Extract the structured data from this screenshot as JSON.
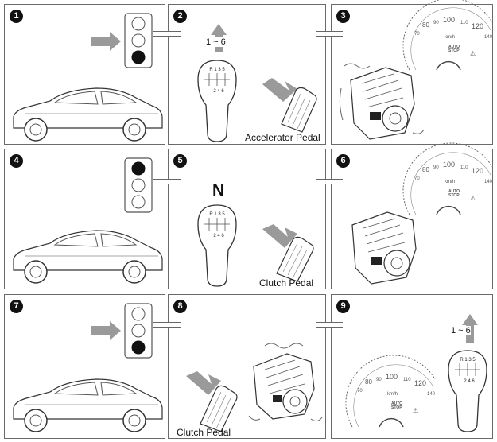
{
  "steps": [
    {
      "number": "1",
      "shows": [
        "traffic-light-red",
        "car"
      ]
    },
    {
      "number": "2",
      "shows": [
        "gear-shift",
        "accelerator-pedal"
      ],
      "shift_range": "1 ~ 6",
      "caption": "Accelerator Pedal"
    },
    {
      "number": "3",
      "shows": [
        "speedometer",
        "engine-running"
      ]
    },
    {
      "number": "4",
      "shows": [
        "traffic-light-red-top",
        "car"
      ]
    },
    {
      "number": "5",
      "shows": [
        "gear-shift",
        "clutch-pedal"
      ],
      "gear_label": "N",
      "caption": "Clutch Pedal"
    },
    {
      "number": "6",
      "shows": [
        "speedometer",
        "engine"
      ]
    },
    {
      "number": "7",
      "shows": [
        "traffic-light-red",
        "car"
      ]
    },
    {
      "number": "8",
      "shows": [
        "clutch-pedal",
        "engine-running"
      ],
      "caption": "Clutch Pedal"
    },
    {
      "number": "9",
      "shows": [
        "speedometer",
        "gear-shift"
      ],
      "shift_range": "1 ~ 6"
    }
  ],
  "gearshift": {
    "top_row": "R 1 3 5",
    "bottom_row": "2 4 6"
  },
  "speedometer": {
    "ticks": [
      "70",
      "80",
      "90",
      "100",
      "110",
      "120",
      "140"
    ],
    "unit": "km/h",
    "badge_line1": "AUTO",
    "badge_line2": "STOP"
  },
  "colors": {
    "border": "#6a6a6a",
    "arrow": "#9a9a9a",
    "light_on": "#111111",
    "number_badge": "#111111"
  }
}
